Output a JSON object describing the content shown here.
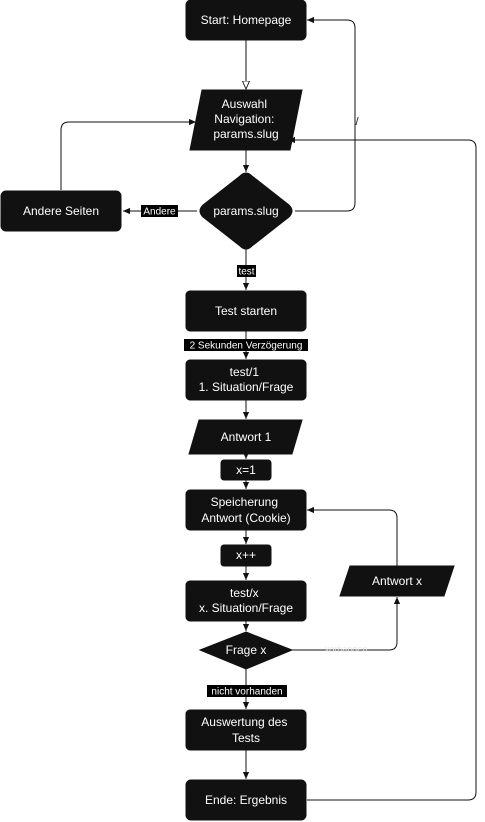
{
  "nodes": {
    "start": "Start: Homepage",
    "auswahl": [
      "Auswahl",
      "Navigation:",
      "params.slug"
    ],
    "params": "params.slug",
    "andere_seiten": "Andere Seiten",
    "test_starten": "Test starten",
    "test1": [
      "test/1",
      "1. Situation/Frage"
    ],
    "antwort1": "Antwort 1",
    "x1": "x=1",
    "speicherung": [
      "Speicherung",
      "Antwort (Cookie)"
    ],
    "xpp": "x++",
    "testx": [
      "test/x",
      "x. Situation/Frage"
    ],
    "frage_x": "Frage x",
    "antwort_x": "Antwort x",
    "auswertung": [
      "Auswertung des",
      "Tests"
    ],
    "ende": "Ende: Ergebnis"
  },
  "edge_labels": {
    "andere": "Andere",
    "test": "test",
    "verzoegerung": "2 Sekunden Verzögerung",
    "nicht_vorhanden": "nicht vorhanden",
    "vorhanden": "vorhanden",
    "loop_mark": "/"
  }
}
